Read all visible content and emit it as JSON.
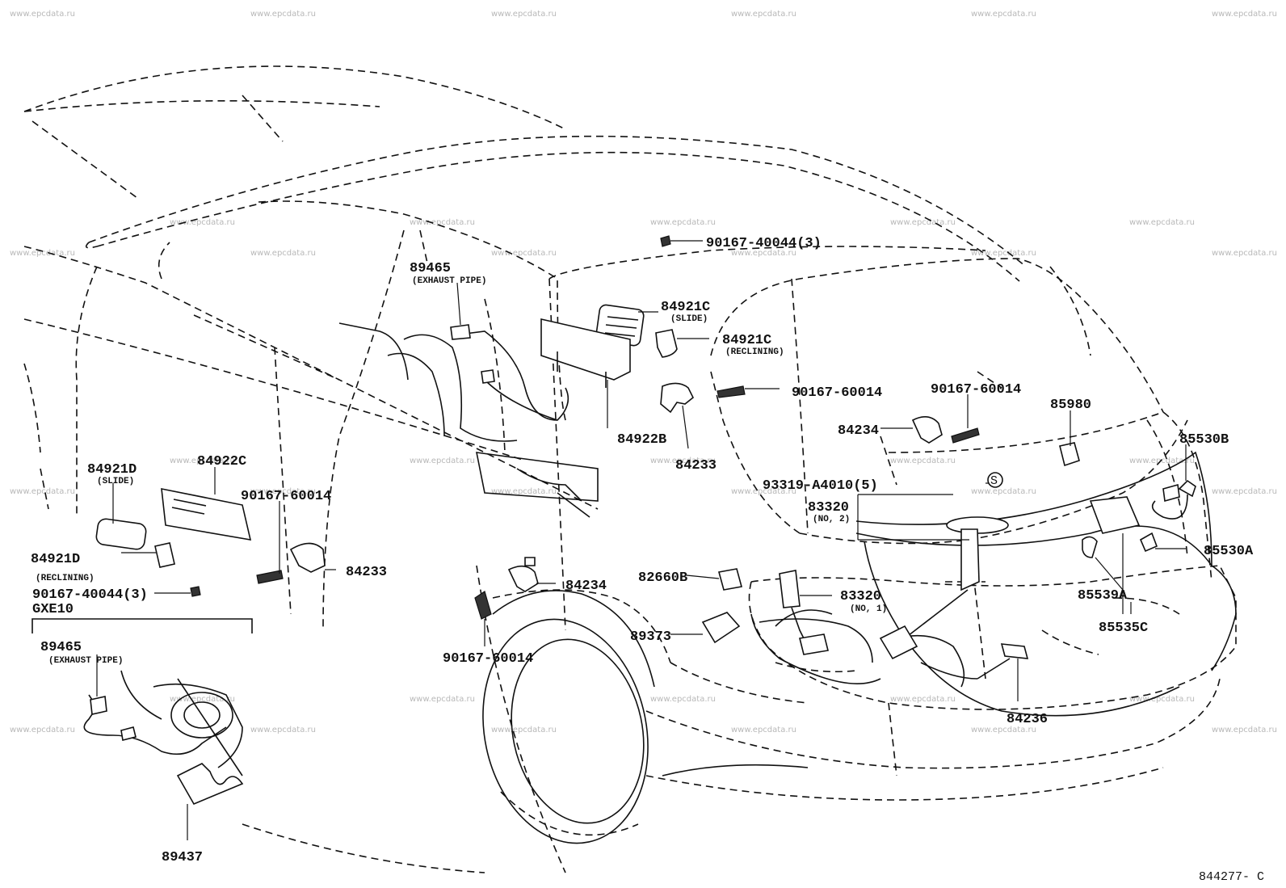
{
  "watermark": "www.epcdata.ru",
  "diagram_code": "844277- C",
  "variant_label": "GXE10",
  "parts": {
    "p89465_top": {
      "number": "89465",
      "note": "(EXHAUST PIPE)"
    },
    "p90167_40044_top": {
      "number": "90167-40044(3)"
    },
    "p84921C_slide": {
      "number": "84921C",
      "note": "(SLIDE)"
    },
    "p84921C_recl": {
      "number": "84921C",
      "note": "(RECLINING)"
    },
    "p90167_60014_a": {
      "number": "90167-60014"
    },
    "p90167_60014_b": {
      "number": "90167-60014"
    },
    "p84922B": {
      "number": "84922B"
    },
    "p84233_a": {
      "number": "84233"
    },
    "p84234_a": {
      "number": "84234"
    },
    "p85980": {
      "number": "85980"
    },
    "p85530B": {
      "number": "85530B"
    },
    "p84921D_slide": {
      "number": "84921D",
      "note": "(SLIDE)"
    },
    "p84922C": {
      "number": "84922C"
    },
    "p90167_60014_c": {
      "number": "90167-60014"
    },
    "p93319": {
      "number": "93319-A4010(5)"
    },
    "p83320_no2": {
      "number": "83320",
      "note": "(NO, 2)"
    },
    "p84921D_recl": {
      "number": "84921D",
      "note": "(RECLINING)"
    },
    "p84233_b": {
      "number": "84233"
    },
    "p90167_40044_low": {
      "number": "90167-40044(3)"
    },
    "p82660B": {
      "number": "82660B"
    },
    "p84234_b": {
      "number": "84234"
    },
    "p83320_no1": {
      "number": "83320",
      "note": "(NO, 1)"
    },
    "p85530A": {
      "number": "85530A"
    },
    "p85539A": {
      "number": "85539A"
    },
    "p85535C": {
      "number": "85535C"
    },
    "p89373": {
      "number": "89373"
    },
    "p90167_60014_d": {
      "number": "90167-60014"
    },
    "p89465_inset": {
      "number": "89465",
      "note": "(EXHAUST PIPE)"
    },
    "p84236": {
      "number": "84236"
    },
    "p89437": {
      "number": "89437"
    }
  }
}
